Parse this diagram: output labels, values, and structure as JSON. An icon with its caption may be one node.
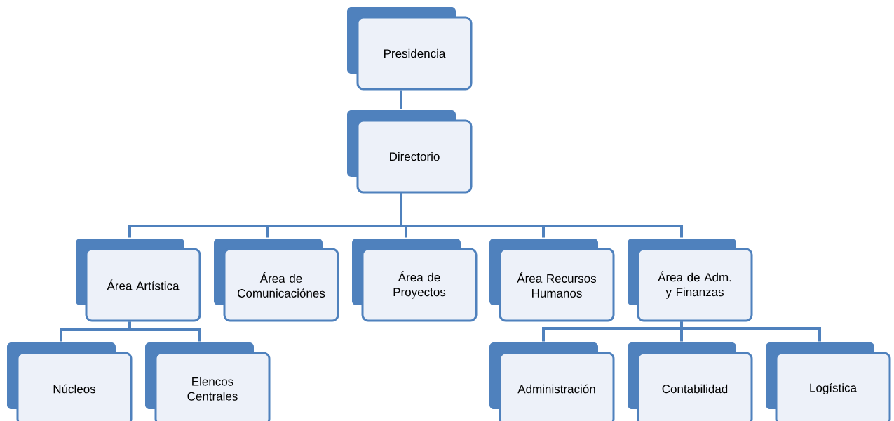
{
  "diagram": {
    "nodes": [
      {
        "text": [
          "Presidencia"
        ]
      },
      {
        "text": [
          "Directorio"
        ]
      },
      {
        "text": [
          "Área Artística"
        ]
      },
      {
        "text": [
          "Área de Comunicaciónes"
        ]
      },
      {
        "text": [
          "Área de Proyectos"
        ]
      },
      {
        "text": [
          "Área Recursos Humanos"
        ]
      },
      {
        "text": [
          "Área de Adm. y Finanzas"
        ]
      },
      {
        "text": [
          "Núcleos"
        ]
      },
      {
        "text": [
          "Elencos Centrales"
        ]
      },
      {
        "text": [
          "Administración"
        ]
      },
      {
        "text": [
          "Contabilidad"
        ]
      },
      {
        "text": [
          "Logística"
        ]
      }
    ],
    "edges": [
      {
        "from": 0,
        "to": 1,
        "arrow": "none"
      },
      {
        "from": 1,
        "to": 2,
        "arrow": "none"
      },
      {
        "from": 1,
        "to": 3,
        "arrow": "none"
      },
      {
        "from": 1,
        "to": 4,
        "arrow": "none"
      },
      {
        "from": 1,
        "to": 5,
        "arrow": "none"
      },
      {
        "from": 1,
        "to": 6,
        "arrow": "none"
      },
      {
        "from": 2,
        "to": 7,
        "arrow": "none"
      },
      {
        "from": 2,
        "to": 8,
        "arrow": "none"
      },
      {
        "from": 6,
        "to": 9,
        "arrow": "none"
      },
      {
        "from": 6,
        "to": 10,
        "arrow": "none"
      },
      {
        "from": 6,
        "to": 11,
        "arrow": "none"
      }
    ]
  }
}
